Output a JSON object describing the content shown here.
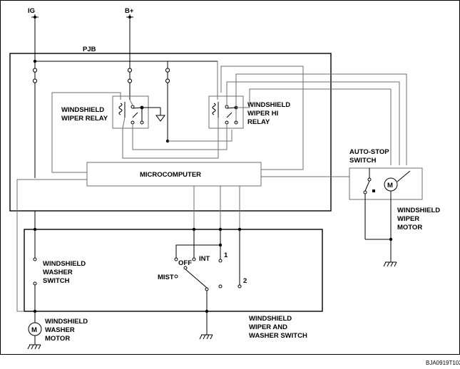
{
  "terminals": {
    "ig": "IG",
    "bplus": "B+"
  },
  "pjb": {
    "label": "PJB"
  },
  "relays": {
    "wiper": [
      "WINDSHIELD",
      "WIPER RELAY"
    ],
    "wiper_hi": [
      "WINDSHIELD",
      "WIPER HI",
      "RELAY"
    ]
  },
  "microcomputer": "MICROCOMPUTER",
  "auto_stop": [
    "AUTO-STOP",
    "SWITCH"
  ],
  "wiper_motor": [
    "WINDSHIELD",
    "WIPER",
    "MOTOR"
  ],
  "washer_switch": [
    "WINDSHIELD",
    "WASHER",
    "SWITCH"
  ],
  "washer_motor": [
    "WINDSHIELD",
    "WASHER",
    "MOTOR"
  ],
  "wiper_washer_switch": [
    "WINDSHIELD",
    "WIPER AND",
    "WASHER SWITCH"
  ],
  "switch_positions": {
    "off": "OFF",
    "int": "INT",
    "one": "1",
    "two": "2",
    "mist": "MIST"
  },
  "motor_symbol": "M",
  "figure_code": "BJA0919T102"
}
